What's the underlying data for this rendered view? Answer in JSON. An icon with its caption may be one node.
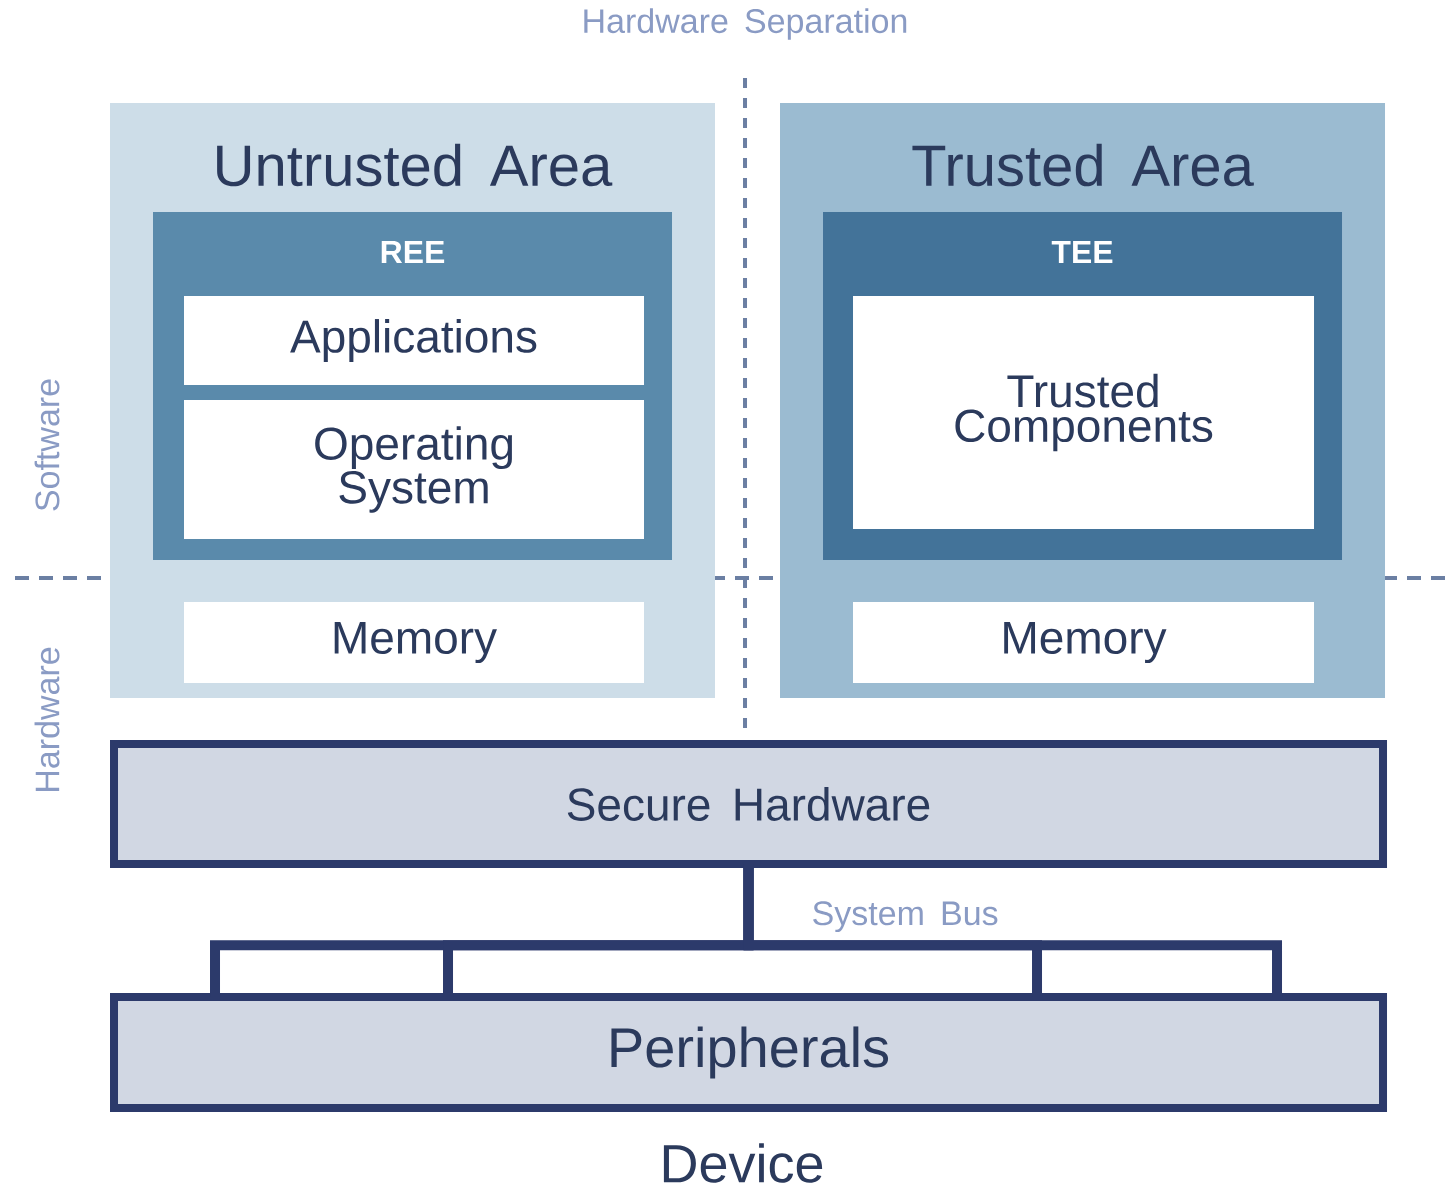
{
  "diagram": {
    "caption": "Device",
    "nodes": [
      {
        "text": [
          "Untrusted Area"
        ]
      },
      {
        "text": [
          "REE"
        ],
        "in": 0
      },
      {
        "text": [
          "Applications"
        ],
        "in": 1
      },
      {
        "text": [
          "Operating System"
        ],
        "in": 1
      },
      {
        "text": [
          "Memory"
        ],
        "in": 0
      },
      {
        "text": [
          "Trusted Area"
        ]
      },
      {
        "text": [
          "TEE"
        ],
        "in": 5
      },
      {
        "text": [
          "Trusted Components"
        ],
        "in": 6
      },
      {
        "text": [
          "Memory"
        ],
        "in": 5
      },
      {
        "text": [
          "Secure Hardware"
        ]
      },
      {
        "text": [
          "Peripherals"
        ]
      }
    ],
    "edges": [
      {
        "from": 9,
        "to": 10,
        "arrow": "none",
        "label": "System Bus"
      },
      {
        "from": 9,
        "to": 10,
        "arrow": "none"
      },
      {
        "from": 9,
        "to": 10,
        "arrow": "none"
      },
      {
        "from": 9,
        "to": 10,
        "arrow": "none"
      }
    ],
    "labels": [
      "Hardware Separation",
      "Software",
      "Hardware"
    ]
  }
}
